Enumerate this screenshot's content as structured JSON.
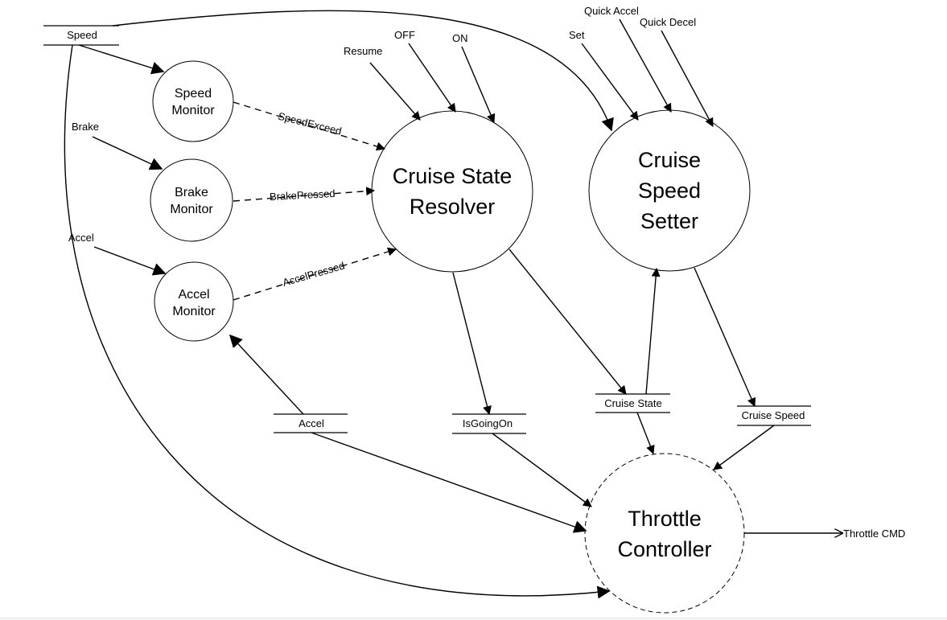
{
  "processes": {
    "speed_monitor": [
      "Speed",
      "Monitor"
    ],
    "brake_monitor": [
      "Brake",
      "Monitor"
    ],
    "accel_monitor": [
      "Accel",
      "Monitor"
    ],
    "cruise_state_resolver": [
      "Cruise State",
      "Resolver"
    ],
    "cruise_speed_setter": [
      "Cruise",
      "Speed",
      "Setter"
    ],
    "throttle_controller": [
      "Throttle",
      "Controller"
    ]
  },
  "stores": {
    "speed": "Speed",
    "accel": "Accel",
    "is_going_on": "IsGoingOn",
    "cruise_state": "Cruise State",
    "cruise_speed": "Cruise Speed"
  },
  "inputs": {
    "brake": "Brake",
    "accel": "Accel",
    "resume": "Resume",
    "off": "OFF",
    "on": "ON",
    "set": "Set",
    "quick_accel": "Quick Accel",
    "quick_decel": "Quick Decel"
  },
  "flows": {
    "speed_exceed": "SpeedExceed",
    "brake_pressed": "BrakePressed",
    "accel_pressed": "AccelPressed"
  },
  "outputs": {
    "throttle_cmd": "Throttle CMD"
  }
}
